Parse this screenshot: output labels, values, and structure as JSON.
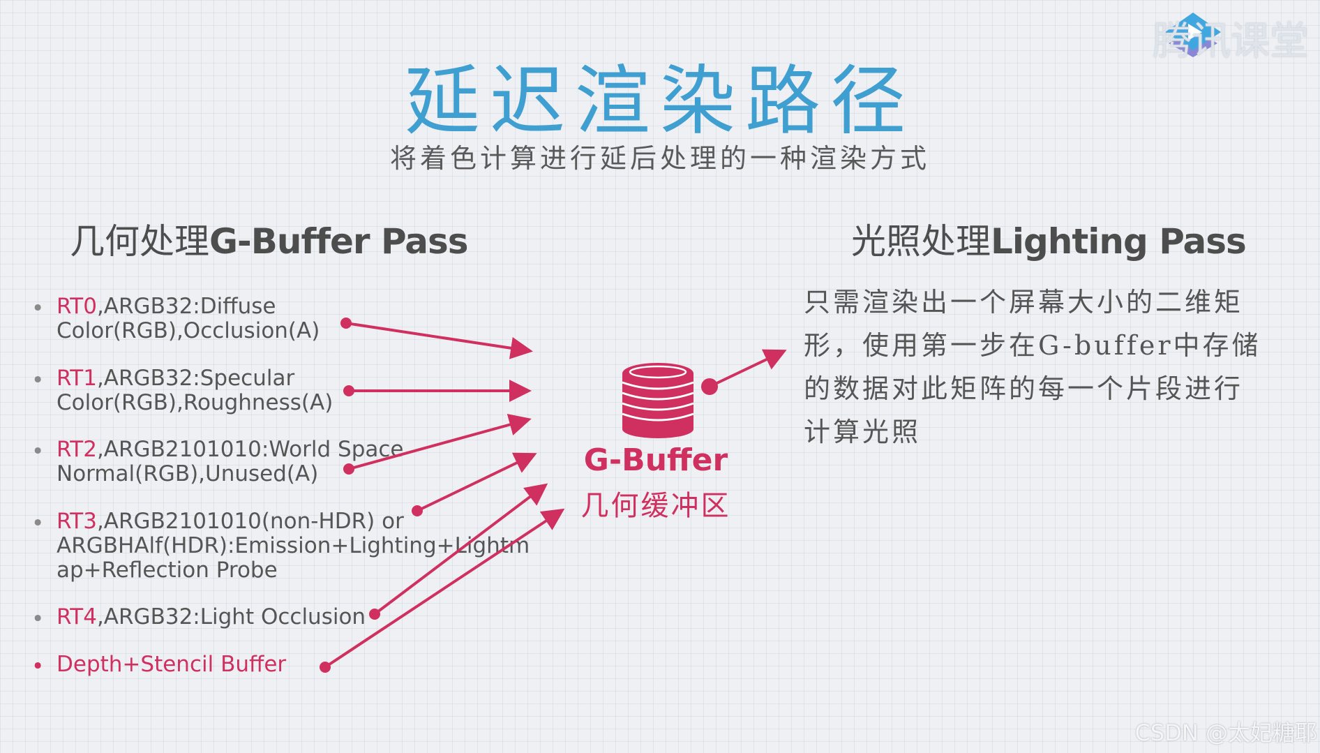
{
  "logo": {
    "text": "腾讯课堂",
    "icon": "play-icon"
  },
  "title": "延迟渲染路径",
  "subtitle": "将着色计算进行延后处理的一种渲染方式",
  "left_heading": {
    "cn": "几何处理",
    "en": "G-Buffer Pass"
  },
  "right_heading": {
    "cn": "光照处理",
    "en": "Lighting Pass"
  },
  "items": [
    {
      "key": "RT0",
      "rest": ",ARGB32:Diffuse",
      "line2": "Color(RGB),Occlusion(A)"
    },
    {
      "key": "RT1",
      "rest": ",ARGB32:Specular",
      "line2": "Color(RGB),Roughness(A)"
    },
    {
      "key": "RT2",
      "rest": ",ARGB2101010:World Space",
      "line2": "Normal(RGB),Unused(A)"
    },
    {
      "key": "RT3",
      "rest": ",ARGB2101010(non-HDR) or",
      "line2": "ARGBHAlf(HDR):Emission+Lighting+Lightm",
      "line3": "ap+Reflection Probe"
    },
    {
      "key": "RT4",
      "rest": ",ARGB32:Light Occlusion"
    },
    {
      "key": "Depth+Stencil Buffer"
    }
  ],
  "bullet": "•",
  "gbuffer": {
    "label": "G-Buffer",
    "cn": "几何缓冲区",
    "icon": "database-icon"
  },
  "description": "只需渲染出一个屏幕大小的二维矩形，使用第一步在G-buffer中存储的数据对此矩阵的每一个片段进行计算光照",
  "watermark": "CSDN @太妃糖耶",
  "colors": {
    "accent": "#d0305f",
    "title": "#3f9fd0",
    "text": "#555555"
  }
}
